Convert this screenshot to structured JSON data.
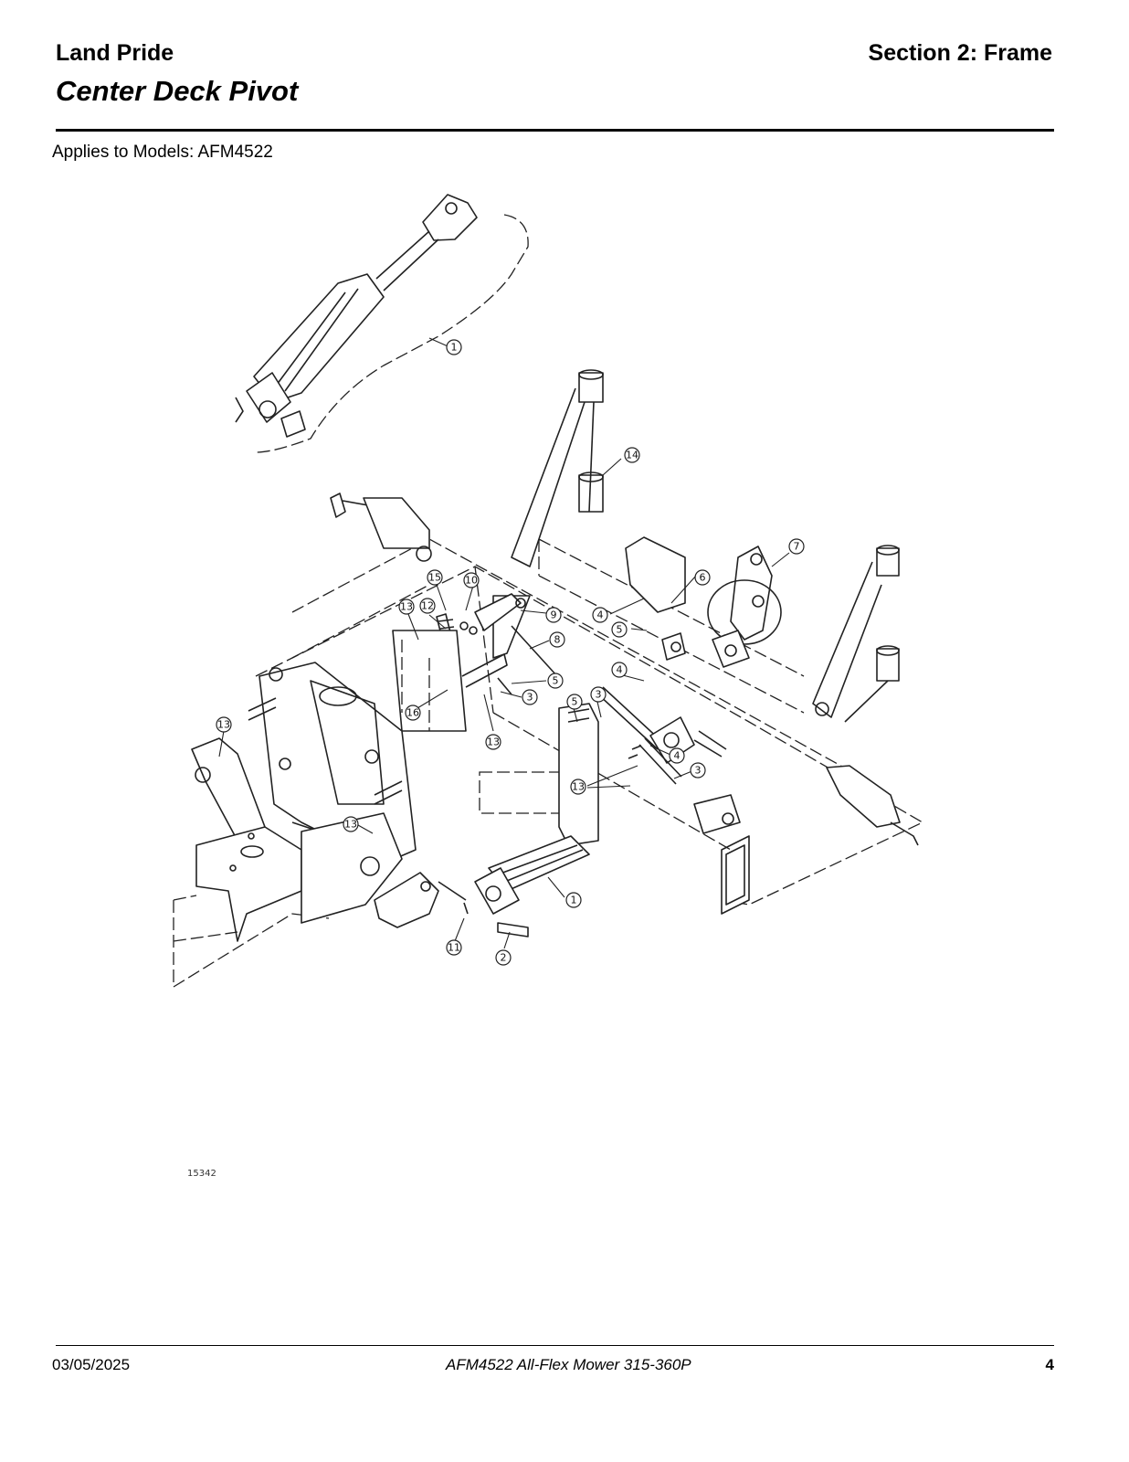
{
  "header": {
    "brand": "Land Pride",
    "section": "Section 2: Frame",
    "title": "Center Deck Pivot"
  },
  "applies_to": "Applies to Models: AFM4522",
  "figure": {
    "number": "15342",
    "callouts": [
      "1",
      "14",
      "7",
      "6",
      "4",
      "5",
      "15",
      "10",
      "9",
      "8",
      "13",
      "12",
      "5",
      "3",
      "16",
      "13",
      "4",
      "3",
      "5",
      "4",
      "3",
      "13",
      "13",
      "13",
      "1",
      "11",
      "2"
    ]
  },
  "footer": {
    "date": "03/05/2025",
    "model": "AFM4522  All-Flex Mower  315-360P",
    "page": "4"
  }
}
